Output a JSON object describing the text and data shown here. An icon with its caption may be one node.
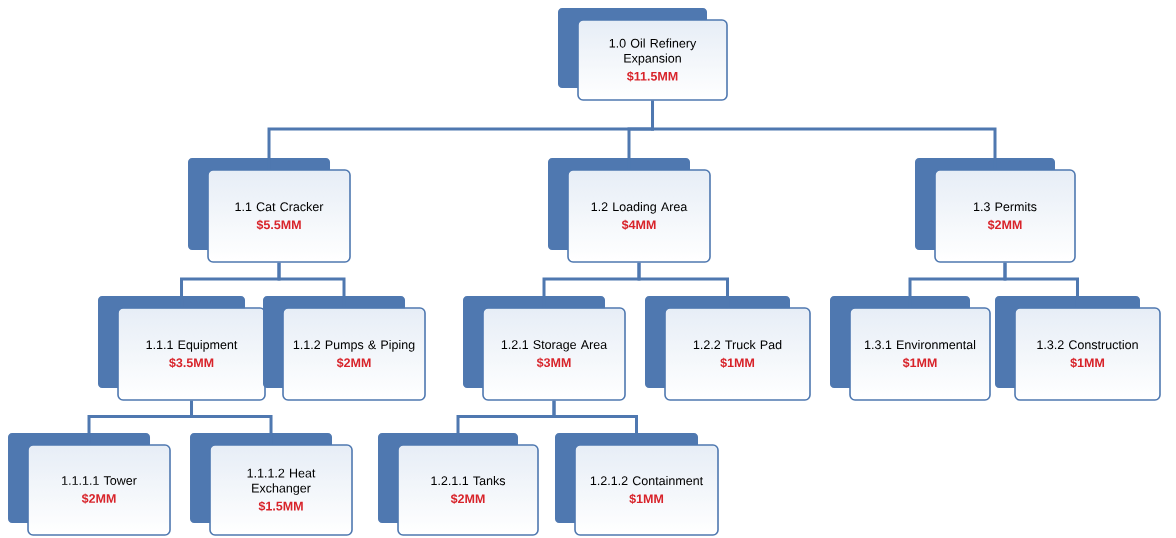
{
  "diagram": {
    "nodes": [
      {
        "text": [
          "1.0 Oil Refinery Expansion",
          "$11.5MM"
        ]
      },
      {
        "text": [
          "1.1 Cat Cracker",
          "$5.5MM"
        ]
      },
      {
        "text": [
          "1.2 Loading Area",
          "$4MM"
        ]
      },
      {
        "text": [
          "1.3 Permits",
          "$2MM"
        ]
      },
      {
        "text": [
          "1.1.1 Equipment",
          "$3.5MM"
        ]
      },
      {
        "text": [
          "1.1.2 Pumps & Piping",
          "$2MM"
        ]
      },
      {
        "text": [
          "1.2.1 Storage Area",
          "$3MM"
        ]
      },
      {
        "text": [
          "1.2.2 Truck Pad",
          "$1MM"
        ]
      },
      {
        "text": [
          "1.3.1 Environmental",
          "$1MM"
        ]
      },
      {
        "text": [
          "1.3.2 Construction",
          "$1MM"
        ]
      },
      {
        "text": [
          "1.1.1.1 Tower",
          "$2MM"
        ]
      },
      {
        "text": [
          "1.1.1.2 Heat Exchanger",
          "$1.5MM"
        ]
      },
      {
        "text": [
          "1.2.1.1 Tanks",
          "$2MM"
        ]
      },
      {
        "text": [
          "1.2.1.2 Containment",
          "$1MM"
        ]
      }
    ],
    "edges": [
      {
        "from": 0,
        "to": 1,
        "arrow": "none"
      },
      {
        "from": 0,
        "to": 2,
        "arrow": "none"
      },
      {
        "from": 0,
        "to": 3,
        "arrow": "none"
      },
      {
        "from": 1,
        "to": 4,
        "arrow": "none"
      },
      {
        "from": 1,
        "to": 5,
        "arrow": "none"
      },
      {
        "from": 2,
        "to": 6,
        "arrow": "none"
      },
      {
        "from": 2,
        "to": 7,
        "arrow": "none"
      },
      {
        "from": 3,
        "to": 8,
        "arrow": "none"
      },
      {
        "from": 3,
        "to": 9,
        "arrow": "none"
      },
      {
        "from": 4,
        "to": 10,
        "arrow": "none"
      },
      {
        "from": 4,
        "to": 11,
        "arrow": "none"
      },
      {
        "from": 6,
        "to": 12,
        "arrow": "none"
      },
      {
        "from": 6,
        "to": 13,
        "arrow": "none"
      }
    ]
  }
}
